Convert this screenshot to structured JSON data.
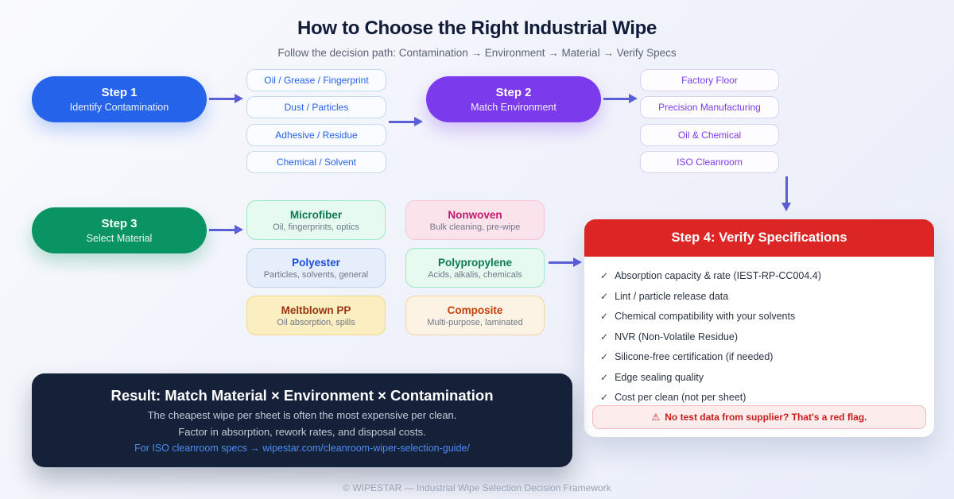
{
  "header": {
    "title": "How to Choose the Right Industrial Wipe",
    "subtitle": "Follow the decision path: Contamination → Environment → Material → Verify Specs"
  },
  "step1": {
    "label": "Step 1",
    "sublabel": "Identify Contamination"
  },
  "step2": {
    "label": "Step 2",
    "sublabel": "Match Environment"
  },
  "step3": {
    "label": "Step 3",
    "sublabel": "Select Material"
  },
  "contamination_options": [
    "Oil / Grease / Fingerprint",
    "Dust / Particles",
    "Adhesive / Residue",
    "Chemical / Solvent"
  ],
  "environment_options": [
    "Factory Floor",
    "Precision Manufacturing",
    "Oil & Chemical",
    "ISO Cleanroom"
  ],
  "materials": [
    {
      "name": "Microfiber",
      "desc": "Oil, fingerprints, optics",
      "theme": "green"
    },
    {
      "name": "Nonwoven",
      "desc": "Bulk cleaning, pre-wipe",
      "theme": "pink"
    },
    {
      "name": "Polyester",
      "desc": "Particles, solvents, general",
      "theme": "blue"
    },
    {
      "name": "Polypropylene",
      "desc": "Acids, alkalis, chemicals",
      "theme": "green"
    },
    {
      "name": "Meltblown PP",
      "desc": "Oil absorption, spills",
      "theme": "yellow"
    },
    {
      "name": "Composite",
      "desc": "Multi-purpose, laminated",
      "theme": "orange"
    }
  ],
  "verify": {
    "title": "Step 4: Verify Specifications",
    "check_glyph": "✓",
    "items": [
      "Absorption capacity & rate (IEST-RP-CC004.4)",
      "Lint / particle release data",
      "Chemical compatibility with your solvents",
      "NVR (Non-Volatile Residue)",
      "Silicone-free certification (if needed)",
      "Edge sealing quality",
      "Cost per clean (not per sheet)"
    ],
    "warning_icon": "⚠",
    "warning_text": "No test data from supplier? That's a red flag."
  },
  "result": {
    "title": "Result: Match Material × Environment × Contamination",
    "line1": "The cheapest wipe per sheet is often the most expensive per clean.",
    "line2": "Factor in absorption, rework rates, and disposal costs.",
    "link": "For ISO cleanroom specs → wipestar.com/cleanroom-wiper-selection-guide/"
  },
  "footer": "© WIPESTAR — Industrial Wipe Selection Decision Framework",
  "colors": {
    "step1": "#2563eb",
    "step2": "#7c3aed",
    "step3": "#0a9463",
    "step4_header": "#dc2626",
    "arrow": "#5a5fd8",
    "result_bg": "#142138",
    "warning_text": "#c51f1f",
    "background": "#eef1fa"
  }
}
